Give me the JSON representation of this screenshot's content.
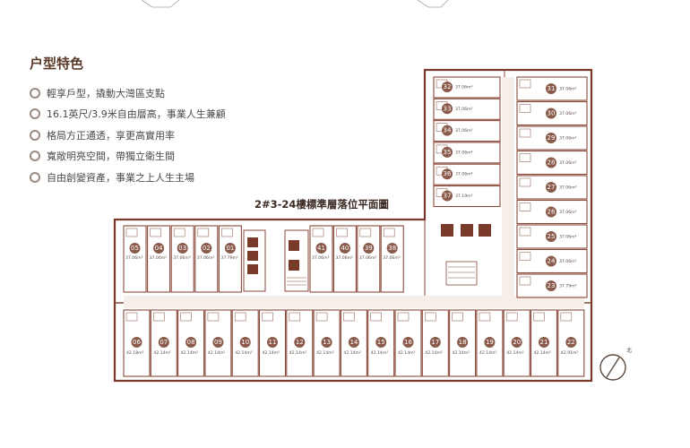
{
  "section_heading": "户型特色",
  "features": [
    "輕享戶型，撬動大灣區支點",
    "16.1英尺/3.9米自由層高，事業人生兼顧",
    "格局方正通透，享更高實用率",
    "寬敞明亮空間，帶獨立衛生間",
    "自由創變資產，事業之上人生主場"
  ],
  "plan_title": "2#3-24樓標準層落位平面圖",
  "north_label": "北",
  "accent_color": "#8a5a4a",
  "wall_color": "#8a4a3a",
  "units_right_wing_left": [
    {
      "num": "32",
      "area": "37.06m²"
    },
    {
      "num": "33",
      "area": "37.06m²"
    },
    {
      "num": "34",
      "area": "37.06m²"
    },
    {
      "num": "35",
      "area": "37.06m²"
    },
    {
      "num": "36",
      "area": "37.06m²"
    },
    {
      "num": "37",
      "area": "37.19m²"
    }
  ],
  "units_right_wing_right": [
    {
      "num": "31",
      "area": "37.06m²"
    },
    {
      "num": "30",
      "area": "37.06m²"
    },
    {
      "num": "29",
      "area": "37.06m²"
    },
    {
      "num": "28",
      "area": "37.06m²"
    },
    {
      "num": "27",
      "area": "37.06m²"
    },
    {
      "num": "26",
      "area": "37.06m²"
    },
    {
      "num": "25",
      "area": "37.06m²"
    },
    {
      "num": "24",
      "area": "37.06m²"
    },
    {
      "num": "23",
      "area": "37.79m²"
    }
  ],
  "units_top_row_left": [
    {
      "num": "05",
      "area": "37.06m²"
    },
    {
      "num": "04",
      "area": "37.06m²"
    },
    {
      "num": "03",
      "area": "37.06m²"
    },
    {
      "num": "02",
      "area": "37.06m²"
    },
    {
      "num": "01",
      "area": "37.79m²"
    }
  ],
  "units_top_row_mid": [
    {
      "num": "41",
      "area": "37.06m²"
    },
    {
      "num": "40",
      "area": "37.06m²"
    },
    {
      "num": "39",
      "area": "37.06m²"
    },
    {
      "num": "38",
      "area": "37.06m²"
    }
  ],
  "units_bottom_row": [
    {
      "num": "06",
      "area": "42.18m²"
    },
    {
      "num": "07",
      "area": "42.14m²"
    },
    {
      "num": "08",
      "area": "42.14m²"
    },
    {
      "num": "09",
      "area": "42.14m²"
    },
    {
      "num": "10",
      "area": "42.14m²"
    },
    {
      "num": "11",
      "area": "42.14m²"
    },
    {
      "num": "12",
      "area": "42.14m²"
    },
    {
      "num": "13",
      "area": "42.14m²"
    },
    {
      "num": "14",
      "area": "42.14m²"
    },
    {
      "num": "15",
      "area": "42.14m²"
    },
    {
      "num": "16",
      "area": "42.14m²"
    },
    {
      "num": "17",
      "area": "42.14m²"
    },
    {
      "num": "18",
      "area": "42.14m²"
    },
    {
      "num": "19",
      "area": "42.14m²"
    },
    {
      "num": "20",
      "area": "42.14m²"
    },
    {
      "num": "21",
      "area": "42.14m²"
    },
    {
      "num": "22",
      "area": "42.91m²"
    }
  ]
}
